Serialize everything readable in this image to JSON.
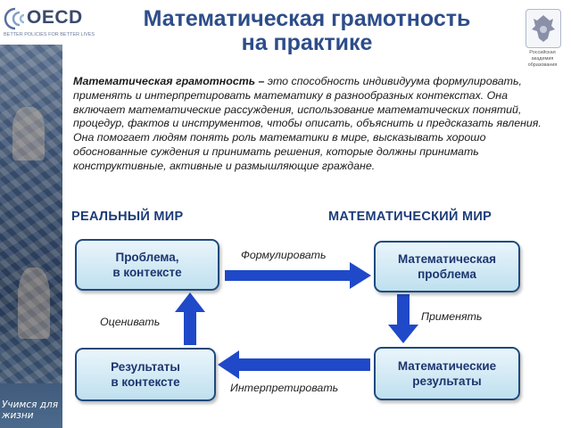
{
  "header": {
    "logo": {
      "icon": "oecd-logo-icon",
      "name": "OECD",
      "tagline": "BETTER POLICIES FOR BETTER LIVES"
    },
    "title_line1": "Математическая грамотность",
    "title_line2": "на практике",
    "emblem": {
      "icon": "russian-emblem-icon",
      "caption": "Российская академия образования"
    }
  },
  "definition": {
    "term": "Математическая грамотность –",
    "text": " это способность индивидуума формулировать, применять и интерпретировать математику в разнообразных контекстах. Она включает математические рассуждения, использование математических понятий, процедур, фактов и инструментов, чтобы описать, объяснить и предсказать явления. Она помогает людям понять роль математики в мире, высказывать хорошо обоснованные суждения и принимать решения, которые должны принимать конструктивные, активные и размышляющие граждане."
  },
  "diagram": {
    "real_world": "РЕАЛЬНЫЙ МИР",
    "math_world": "МАТЕМАТИЧЕСКИЙ МИР",
    "nodes": {
      "problem_context": [
        "Проблема,",
        "в контексте"
      ],
      "math_problem": [
        "Математическая",
        "проблема"
      ],
      "math_results": [
        "Математические",
        "результаты"
      ],
      "results_context": [
        "Результаты",
        "в контексте"
      ]
    },
    "edges": {
      "formulate": "Формулировать",
      "apply": "Применять",
      "interpret": "Интерпретировать",
      "evaluate": "Оценивать"
    },
    "arrow_color": "#1f49c8",
    "box_border_color": "#1f4a7e"
  },
  "sidebar": {
    "caption_line1": "Учимся для",
    "caption_line2": "жизни"
  }
}
